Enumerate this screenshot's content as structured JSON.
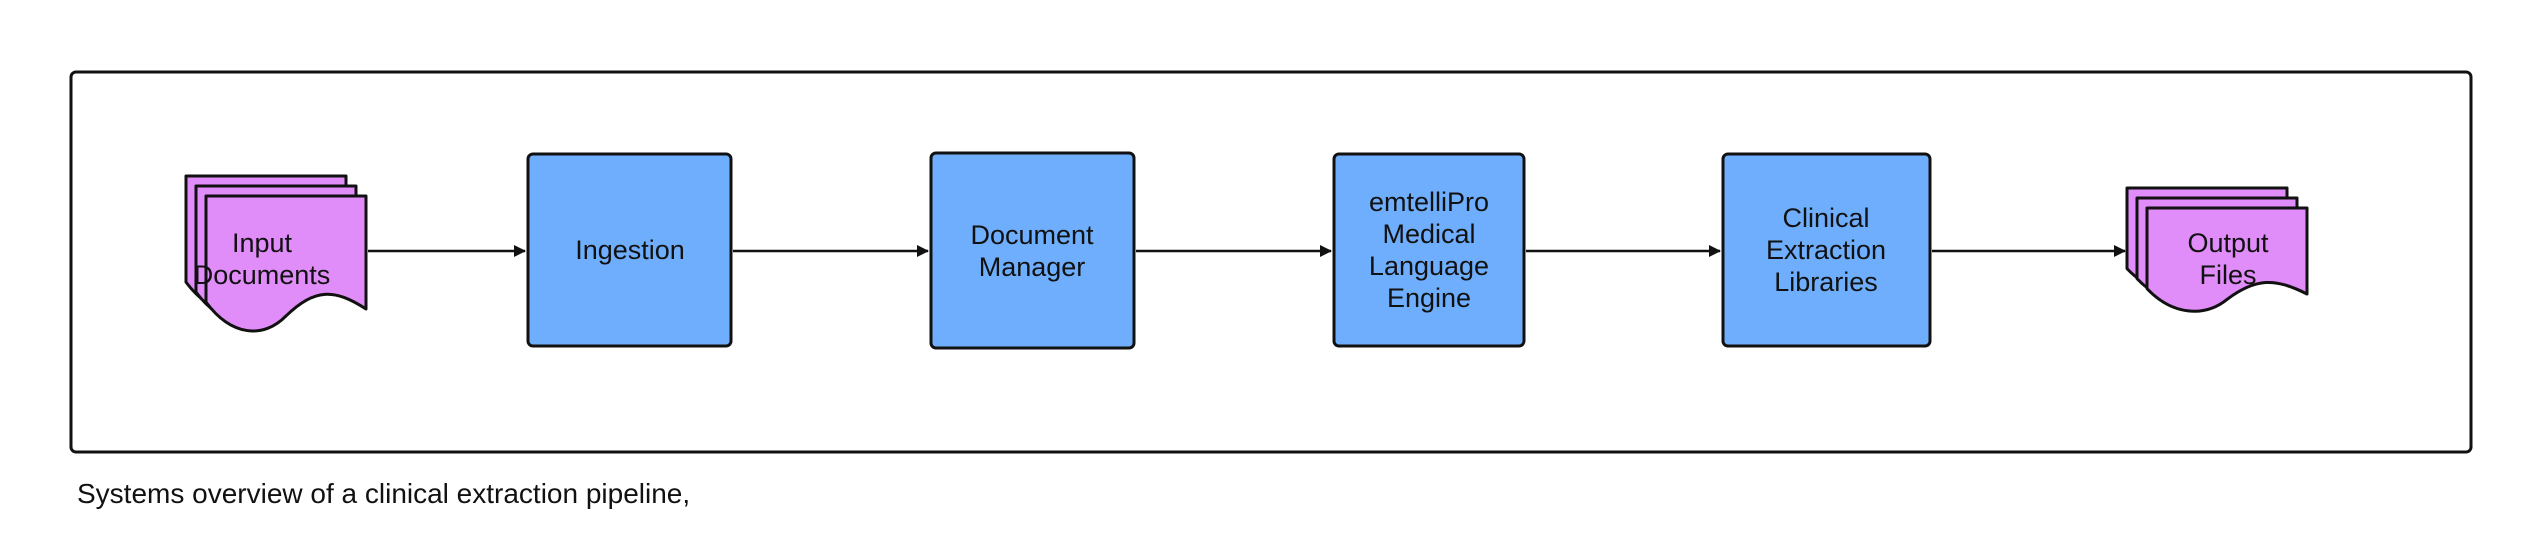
{
  "colors": {
    "process_fill": "#6eaefc",
    "document_fill": "#e08cf9",
    "stroke": "#111111",
    "frame_stroke": "#111111",
    "background": "#ffffff"
  },
  "nodes": [
    {
      "id": "input-documents",
      "shape": "multi-document",
      "lines": [
        "Input",
        "Documents"
      ]
    },
    {
      "id": "ingestion",
      "shape": "process",
      "lines": [
        "Ingestion"
      ]
    },
    {
      "id": "document-manager",
      "shape": "process",
      "lines": [
        "Document",
        "Manager"
      ]
    },
    {
      "id": "emtellipro-engine",
      "shape": "process",
      "lines": [
        "emtelliPro",
        "Medical",
        "Language",
        "Engine"
      ]
    },
    {
      "id": "clinical-extraction-libraries",
      "shape": "process",
      "lines": [
        "Clinical",
        "Extraction",
        "Libraries"
      ]
    },
    {
      "id": "output-files",
      "shape": "multi-document",
      "lines": [
        "Output",
        "Files"
      ]
    }
  ],
  "edges": [
    {
      "from": "input-documents",
      "to": "ingestion"
    },
    {
      "from": "ingestion",
      "to": "document-manager"
    },
    {
      "from": "document-manager",
      "to": "emtellipro-engine"
    },
    {
      "from": "emtellipro-engine",
      "to": "clinical-extraction-libraries"
    },
    {
      "from": "clinical-extraction-libraries",
      "to": "output-files"
    }
  ],
  "caption": "Systems overview of a clinical extraction pipeline,"
}
